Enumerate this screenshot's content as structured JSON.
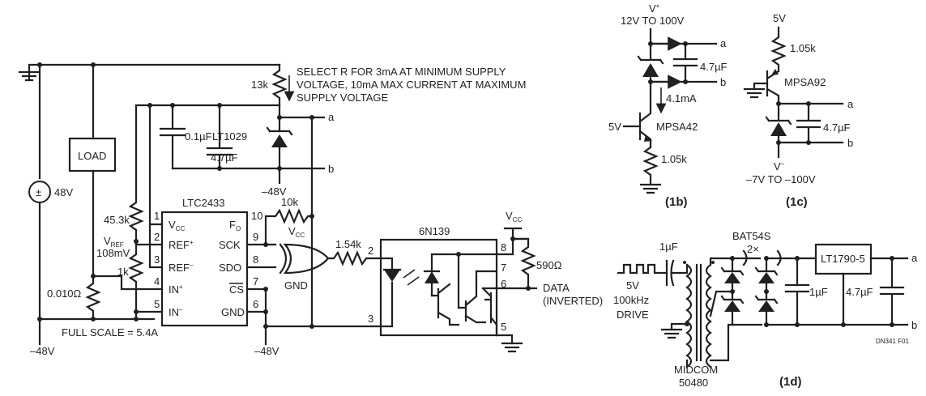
{
  "main": {
    "note_line1": "SELECT R FOR 3mA AT MINIMUM SUPPLY",
    "note_line2": "VOLTAGE, 10mA MAX CURRENT AT MAXIMUM",
    "note_line3": "SUPPLY VOLTAGE",
    "r_select": "13k",
    "cap1": "0.1µF",
    "ref_ic": "LT1029",
    "cap2": "4.7µF",
    "node_a": "a",
    "node_b": "b",
    "neg48_top": "–48V",
    "load": "LOAD",
    "supply": "48V",
    "supply_sign": "±",
    "r453": "45.3k",
    "vref_label": "V",
    "vref_sub": "REF",
    "vref_val": "108mV",
    "r1k": "1k",
    "shunt": "0.010Ω",
    "full_scale": "FULL SCALE = 5.4A",
    "neg48_left": "–48V",
    "neg48_mid": "–48V",
    "adc": "LTC2433",
    "pins": {
      "vcc": "V",
      "vcc_sub": "CC",
      "refp": "REF",
      "refp_sup": "+",
      "refn": "REF",
      "refn_sup": "–",
      "inp": "IN",
      "inp_sup": "+",
      "inn": "IN",
      "inn_sup": "–",
      "fo": "F",
      "fo_sub": "O",
      "sck": "SCK",
      "sdo": "SDO",
      "cs": "CS",
      "gnd": "GND",
      "n1": "1",
      "n2": "2",
      "n3": "3",
      "n4": "4",
      "n5": "5",
      "n10": "10",
      "n9": "9",
      "n8": "8",
      "n7": "7",
      "n6": "6"
    },
    "r10k": "10k",
    "xor_vcc": "V",
    "xor_vcc_sub": "CC",
    "xor_gnd": "GND",
    "r154": "1.54k",
    "opto": "6N139",
    "opto_pins": {
      "p2": "2",
      "p3": "3",
      "p8": "8",
      "p7": "7",
      "p6": "6",
      "p5": "5"
    },
    "vcc_out": "V",
    "vcc_out_sub": "CC",
    "r590": "590Ω",
    "data1": "DATA",
    "data2": "(INVERTED)"
  },
  "fig1b": {
    "vplus": "V",
    "vplus_sup": "+",
    "range": "12V TO 100V",
    "cap": "4.7µF",
    "node_a": "a",
    "node_b": "b",
    "current": "4.1mA",
    "base": "5V",
    "transistor": "MPSA42",
    "res": "1.05k",
    "caption": "(1b)"
  },
  "fig1c": {
    "supply": "5V",
    "res": "1.05k",
    "transistor": "MPSA92",
    "node_a": "a",
    "node_b": "b",
    "cap": "4.7µF",
    "vminus": "V",
    "vminus_sup": "–",
    "range": "–7V TO –100V",
    "caption": "(1c)"
  },
  "fig1d": {
    "cap_in": "1µF",
    "drive1": "5V",
    "drive2": "100kHz",
    "drive3": "DRIVE",
    "diodes": "BAT54S",
    "diodes_count": "2×",
    "cap_mid": "1µF",
    "regulator": "LT1790-5",
    "cap_out": "4.7µF",
    "node_a": "a",
    "node_b": "b",
    "xfmr1": "MIDCOM",
    "xfmr2": "50480",
    "caption": "(1d)",
    "figure_id": "DN341 F01"
  }
}
